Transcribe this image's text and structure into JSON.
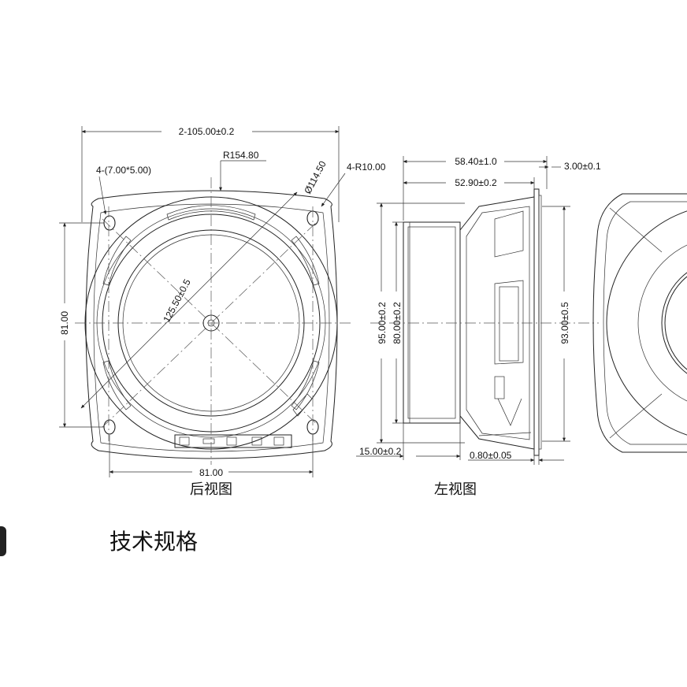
{
  "rear_view": {
    "dims": {
      "width_total": "2-105.00±0.2",
      "hole_spec": "4-(7.00*5.00)",
      "radius_flange": "R154.80",
      "diameter_ring": "Ø114.50",
      "corner_radius": "4-R10.00",
      "hole_pitch_vertical": "81.00",
      "hole_pitch_horizontal": "81.00",
      "cone_diameter": "125.50±0.5"
    },
    "caption": "后视图"
  },
  "left_view": {
    "dims": {
      "depth_total": "58.40±1.0",
      "depth_body": "52.90±0.2",
      "flange_thickness": "3.00±0.1",
      "height_total": "95.00±0.2",
      "height_magnet": "80.00±0.2",
      "height_frame": "93.00±0.5",
      "magnet_depth": "15.00±0.2",
      "plate_thickness": "0.80±0.05"
    },
    "caption": "左视图"
  },
  "section_title": "技术规格",
  "colors": {
    "line": "#222222",
    "background": "#ffffff",
    "text": "#111111"
  }
}
